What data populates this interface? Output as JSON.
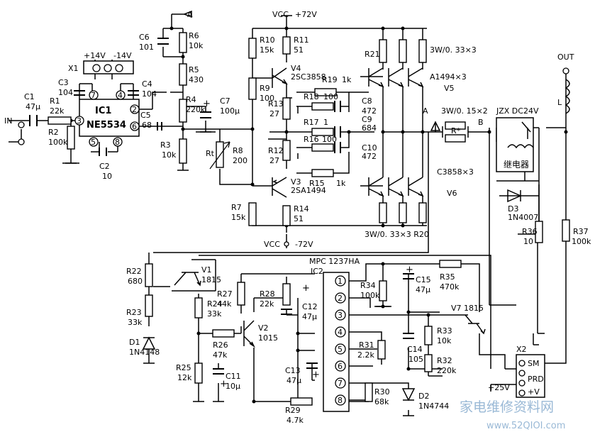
{
  "ic1": {
    "ref": "IC1",
    "part": "NE5534",
    "pins": [
      "7",
      "4",
      "2",
      "3",
      "5",
      "8",
      "6"
    ]
  },
  "ic2": {
    "header": "MPC 1237HA",
    "ref": "IC2",
    "pins": [
      "1",
      "2",
      "3",
      "4",
      "5",
      "6",
      "7",
      "8"
    ]
  },
  "connector_x1": {
    "ref": "X1",
    "plus": "+14V",
    "minus": "-14V"
  },
  "connector_x2": {
    "ref": "X2",
    "labels": [
      "SM",
      "PRD",
      "+V"
    ],
    "supply": "+25V"
  },
  "terminals": {
    "in": "IN",
    "out": "OUT",
    "a_top": "A",
    "node_a": "A",
    "node_b": "B",
    "vcc_top": "VCC",
    "vcc_top_v": "+72V",
    "vcc_bot": "VCC",
    "vcc_bot_v": "-72V"
  },
  "resistors": {
    "r1": [
      "R1",
      "22k"
    ],
    "r2": [
      "R2",
      "100k"
    ],
    "r3": [
      "R3",
      "10k"
    ],
    "r4": [
      "R4",
      "220k"
    ],
    "r5": [
      "R5",
      "430"
    ],
    "r6": [
      "R6",
      "10k"
    ],
    "r7": [
      "R7",
      "15k"
    ],
    "r8": [
      "R8",
      "200"
    ],
    "r9": [
      "R9",
      "100"
    ],
    "r10": [
      "R10",
      "15k"
    ],
    "r11": [
      "R11",
      "51"
    ],
    "r12": [
      "R12",
      "27"
    ],
    "r13": [
      "R13",
      "27"
    ],
    "r14": [
      "R14",
      "51"
    ],
    "r15": [
      "R15",
      "1k"
    ],
    "r16": [
      "R16",
      "100"
    ],
    "r17": [
      "R17",
      "1"
    ],
    "r18": [
      "R18",
      "100"
    ],
    "r19": [
      "R19",
      "1k"
    ],
    "r21": "R21",
    "r_top_power": "3W/0. 33×3",
    "r_bot_power": "3W/0. 33×3 R20",
    "r_star": "3W/0. 15×2",
    "r_star_ref": "R*",
    "rt": "Rt",
    "r22": [
      "R22",
      "680"
    ],
    "r23": [
      "R23",
      "33k"
    ],
    "r24": [
      "R24",
      "33k"
    ],
    "r25": [
      "R25",
      "12k"
    ],
    "r26": [
      "R26",
      "47k"
    ],
    "r27": [
      "R27",
      "44k"
    ],
    "r28": [
      "R28",
      "22k"
    ],
    "r29": [
      "R29",
      "4.7k"
    ],
    "r30": [
      "R30",
      "68k"
    ],
    "r31": [
      "R31",
      "2.2k"
    ],
    "r32": [
      "R32",
      "220k"
    ],
    "r33": [
      "R33",
      "10k"
    ],
    "r34": [
      "R34",
      "100k"
    ],
    "r35": [
      "R35",
      "470k"
    ],
    "r36": [
      "R36",
      "10"
    ],
    "r37": [
      "R37",
      "100k"
    ]
  },
  "capacitors": {
    "c1": [
      "C1",
      "47μ"
    ],
    "c2": [
      "C2",
      "10"
    ],
    "c3": [
      "C3",
      "104"
    ],
    "c4": [
      "C4",
      "104"
    ],
    "c5": [
      "C5",
      "68"
    ],
    "c6": [
      "C6",
      "101"
    ],
    "c7": [
      "C7",
      "100μ"
    ],
    "c8": [
      "C8",
      "472"
    ],
    "c9": [
      "C9",
      "684"
    ],
    "c10": [
      "C10",
      "472"
    ],
    "c11": [
      "C11",
      "10μ"
    ],
    "c12": [
      "C12",
      "47μ"
    ],
    "c13": [
      "C13",
      "47μ"
    ],
    "c14": [
      "C14",
      "105"
    ],
    "c15": [
      "C15",
      "47μ"
    ]
  },
  "transistors": {
    "v1": [
      "V1",
      "1815"
    ],
    "v2": [
      "V2",
      "1015"
    ],
    "v3": [
      "V3",
      "2SA1494"
    ],
    "v4": [
      "V4",
      "2SC3858"
    ],
    "v5_part": "A1494×3",
    "v5": "V5",
    "v6_part": "C3858×3",
    "v6": "V6",
    "v7": "V7 1815"
  },
  "diodes": {
    "d1": [
      "D1",
      "1N4148"
    ],
    "d2": [
      "D2",
      "1N4744"
    ],
    "d3": [
      "D3",
      "1N4007"
    ]
  },
  "relay": {
    "title": "JZX DC24V",
    "name": "继电器"
  },
  "inductor": "L",
  "watermark": {
    "cn": "家电维修资料网",
    "url": "www.52QIOI.com"
  }
}
